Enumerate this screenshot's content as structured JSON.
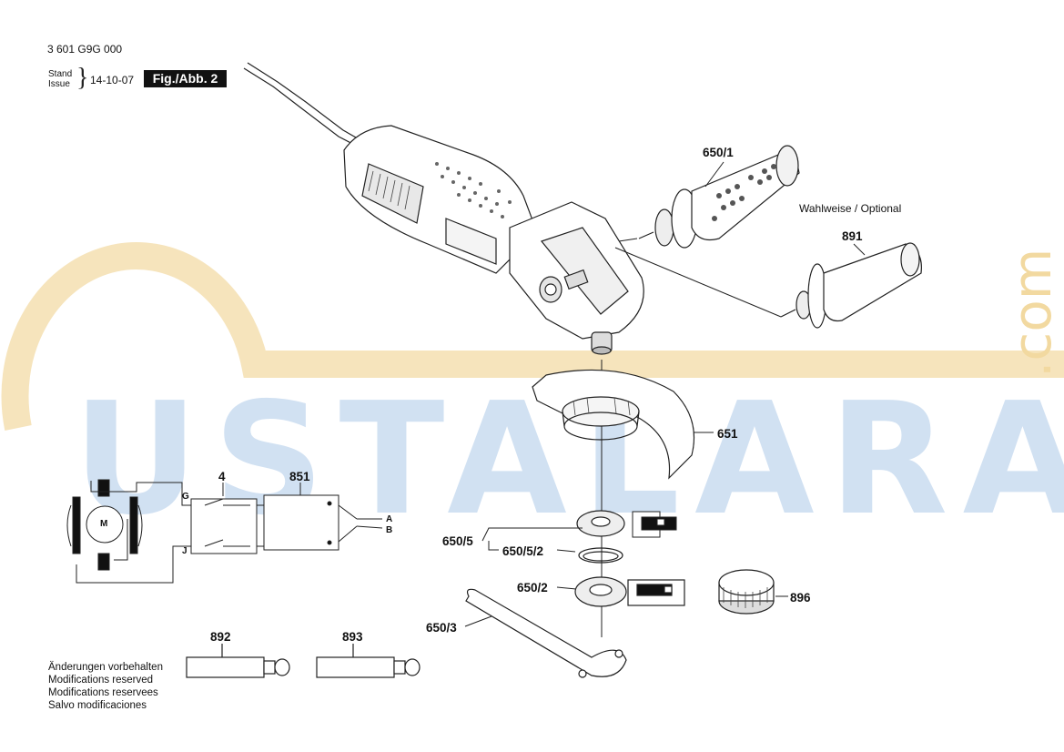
{
  "header": {
    "doc_number": "3 601 G9G 000",
    "stand_label": "Stand",
    "issue_label": "Issue",
    "date": "14-10-07",
    "figure": "Fig./Abb. 2"
  },
  "watermark": {
    "text": "USTALARA",
    "suffix": ".com",
    "blue": "#c6daf0",
    "gold": "#f2d9a0"
  },
  "part_labels": {
    "p650_1": "650/1",
    "optional": "Wahlweise / Optional",
    "p891": "891",
    "p651": "651",
    "p650_5": "650/5",
    "p650_5_2": "650/5/2",
    "p650_2": "650/2",
    "p896": "896",
    "p650_3": "650/3",
    "p4": "4",
    "p851": "851",
    "p892": "892",
    "p893": "893"
  },
  "circuit": {
    "motor": "M",
    "terminal_g": "G",
    "terminal_j": "J",
    "terminal_a": "A",
    "terminal_b": "B"
  },
  "notes": [
    "Änderungen vorbehalten",
    "Modifications reserved",
    "Modifications reservees",
    "Salvo modificaciones"
  ]
}
